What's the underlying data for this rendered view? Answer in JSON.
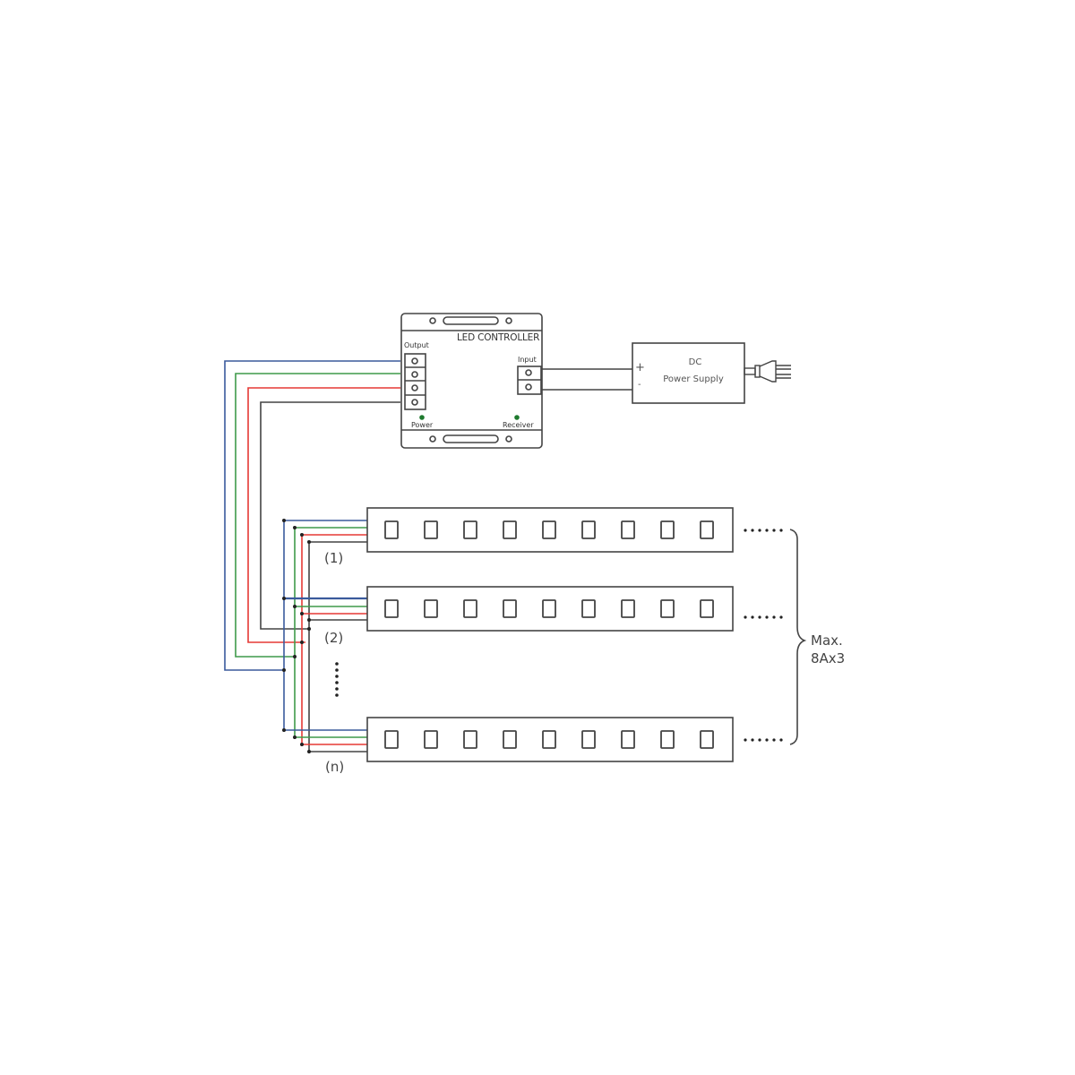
{
  "controller": {
    "title": "LED CONTROLLER",
    "output_label": "Output",
    "input_label": "Input",
    "power_label": "Power",
    "receiver_label": "Receiver",
    "led_color": "#1e7a2e"
  },
  "power_supply": {
    "line1": "DC",
    "line2": "Power Supply",
    "plus": "+",
    "minus": "-"
  },
  "strips": [
    {
      "index_label": "(1)",
      "led_count": 9
    },
    {
      "index_label": "(2)",
      "led_count": 9
    },
    {
      "index_label": "(n)",
      "led_count": 9
    }
  ],
  "ellipsis": "......",
  "brace_label": {
    "line1": "Max.",
    "line2": "8Ax3"
  },
  "wire_colors": {
    "blue": "#3a5a9c",
    "green": "#3f9a4a",
    "red": "#e53935",
    "black": "#444444"
  }
}
